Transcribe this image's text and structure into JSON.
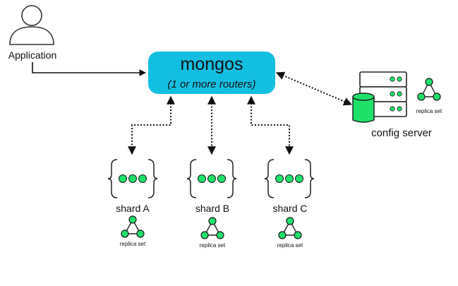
{
  "app": {
    "label": "Application"
  },
  "mongos": {
    "title": "mongos",
    "subtitle": "(1 or more routers)",
    "color": "#13bfe0"
  },
  "config": {
    "label": "config server",
    "replica_label": "replica set"
  },
  "shards": [
    {
      "label": "shard A",
      "replica_label": "replica set"
    },
    {
      "label": "shard B",
      "replica_label": "replica set"
    },
    {
      "label": "shard C",
      "replica_label": "replica set"
    }
  ],
  "colors": {
    "node": "#1ee16a",
    "node_stroke": "#1a1a1a",
    "line": "#111111"
  },
  "icons": [
    "user-icon",
    "server-icon",
    "database-icon",
    "curly-braces-icon",
    "replica-set-icon"
  ]
}
